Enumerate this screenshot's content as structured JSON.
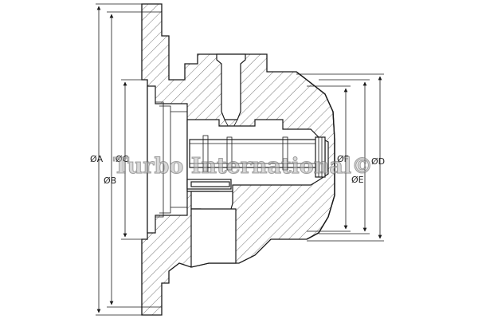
{
  "drawing": {
    "dimensions": {
      "A": "ØA",
      "B": "ØB",
      "C": "ØC",
      "D": "ØD",
      "E": "ØE",
      "F": "ØF"
    },
    "watermark": "Turbo International©"
  }
}
